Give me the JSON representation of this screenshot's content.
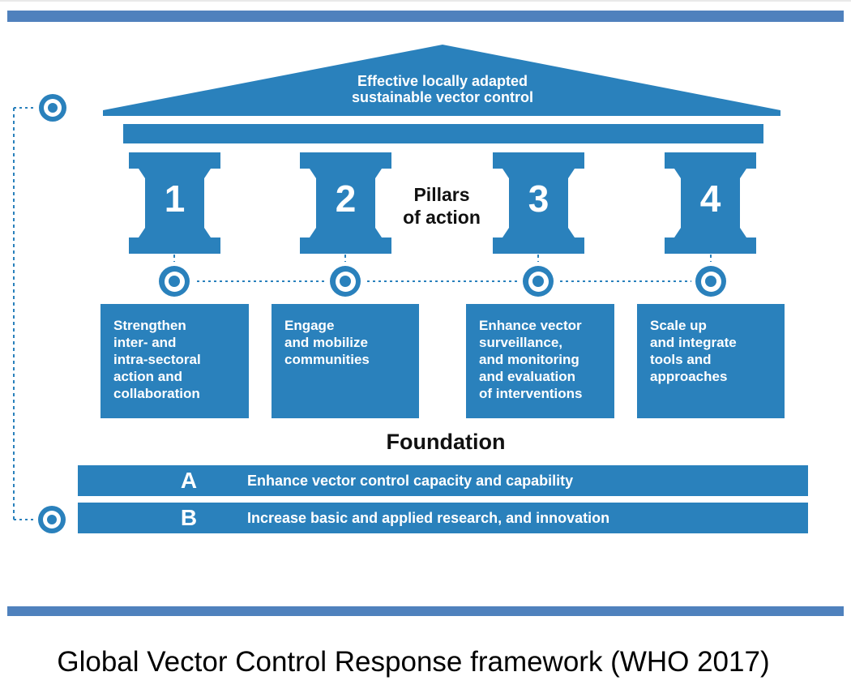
{
  "colors": {
    "primary_blue": "#2a81bc",
    "accent_bar_blue": "#4f81bd",
    "text_white": "#ffffff",
    "text_black": "#111111"
  },
  "roof": {
    "label": "Effective locally adapted\nsustainable vector control"
  },
  "pillars_label": "Pillars\nof action",
  "pillars": [
    {
      "number": "1",
      "description": "Strengthen\ninter- and\nintra-sectoral\naction and\ncollaboration"
    },
    {
      "number": "2",
      "description": "Engage\nand mobilize\ncommunities"
    },
    {
      "number": "3",
      "description": "Enhance vector\nsurveillance,\nand monitoring\nand evaluation\nof interventions"
    },
    {
      "number": "4",
      "description": "Scale up\nand integrate\ntools and\napproaches"
    }
  ],
  "foundation": {
    "title": "Foundation",
    "rows": [
      {
        "letter": "A",
        "text": "Enhance vector control capacity and capability"
      },
      {
        "letter": "B",
        "text": "Increase basic and applied research, and innovation"
      }
    ]
  },
  "caption": "Global Vector Control Response framework (WHO 2017)"
}
